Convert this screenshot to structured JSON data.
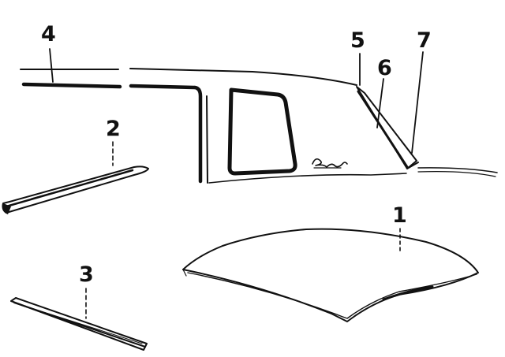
{
  "callouts": [
    {
      "id": "1",
      "label": "1"
    },
    {
      "id": "2",
      "label": "2"
    },
    {
      "id": "3",
      "label": "3"
    },
    {
      "id": "4",
      "label": "4"
    },
    {
      "id": "5",
      "label": "5"
    },
    {
      "id": "6",
      "label": "6"
    },
    {
      "id": "7",
      "label": "7"
    }
  ],
  "emblem": "Chevelle"
}
